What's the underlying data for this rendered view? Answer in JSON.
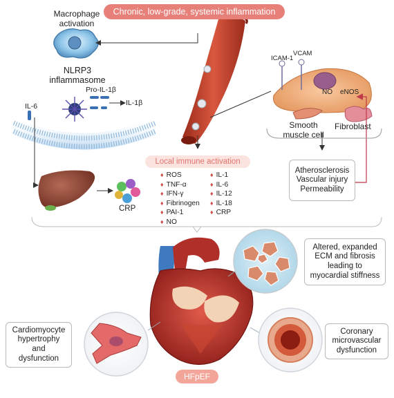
{
  "title": "Chronic, low-grade, systemic inflammation",
  "macrophage": [
    "Macrophage",
    "activation"
  ],
  "nlrp3": [
    "NLRP3",
    "inflammasome"
  ],
  "pro_il1b": "Pro-IL-1β",
  "il1b": "IL-1β",
  "il6": "IL-6",
  "crp": "CRP",
  "icam": "ICAM-1",
  "vcam": "VCAM",
  "no": "NO",
  "enos": "eNOS",
  "smooth_muscle": [
    "Smooth",
    "muscle cell"
  ],
  "fibroblast": "Fibroblast",
  "local_immune": "Local immune activation",
  "mediators_left": [
    "ROS",
    "TNF-α",
    "IFN-γ",
    "Fibrinogen",
    "PAI-1",
    "NO"
  ],
  "mediators_right": [
    "IL-1",
    "IL-6",
    "IL-12",
    "IL-18",
    "CRP"
  ],
  "vascular_box": [
    "Atherosclerosis",
    "Vascular injury",
    "Permeability"
  ],
  "ecm_box": [
    "Altered, expanded",
    "ECM and fibrosis",
    "leading to",
    "myocardial stiffness"
  ],
  "cardio_box": [
    "Cardiomyocyte",
    "hypertrophy",
    "and",
    "dysfunction"
  ],
  "coronary_box": [
    "Coronary",
    "microvascular",
    "dysfunction"
  ],
  "hfpef": "HFpEF",
  "colors": {
    "accent": "#e8807a",
    "pill_text": "#ffffff",
    "bullet": "#d24b4b",
    "vessel": "#c8503a"
  }
}
